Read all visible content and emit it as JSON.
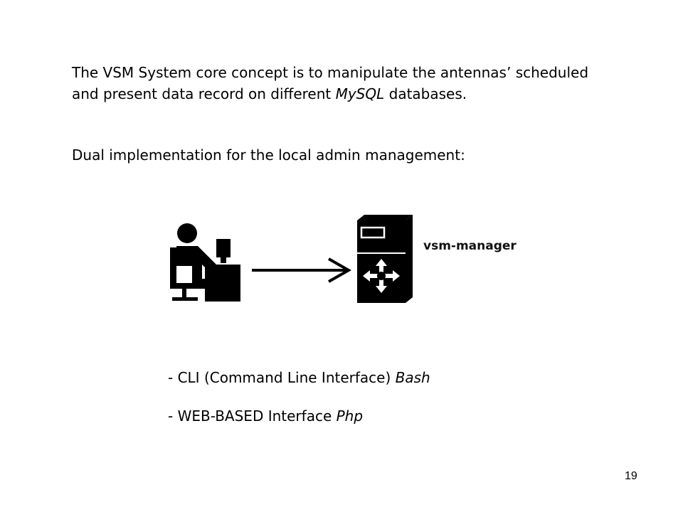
{
  "intro": {
    "text_before": "The VSM System core concept is to manipulate the antennas’ scheduled and present data record on different ",
    "italic": "MySQL",
    "text_after": " databases."
  },
  "dual_line": "Dual implementation for the local admin management:",
  "diagram": {
    "server_label": "vsm-manager",
    "user_icon": "user-at-computer-icon",
    "arrow_icon": "right-arrow-icon",
    "server_icon": "server-tower-icon"
  },
  "bullets": [
    {
      "prefix": "- CLI (Command Line Interface) ",
      "italic": "Bash"
    },
    {
      "prefix": "- WEB-BASED  Interface ",
      "italic": "Php"
    }
  ],
  "page_number": "19"
}
